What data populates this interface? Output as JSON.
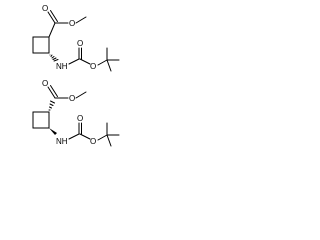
{
  "structures": [
    {
      "atom_labels": {
        "carbonyl_oxygen": "O",
        "ester_oxygen": "O",
        "amine": "NH",
        "carbamate_oxygen": "O",
        "carbamate_carbonyl_oxygen": "O"
      }
    },
    {
      "atom_labels": {
        "carbonyl_oxygen": "O",
        "ester_oxygen": "O",
        "amine": "NH",
        "carbamate_oxygen": "O",
        "carbamate_carbonyl_oxygen": "O"
      }
    }
  ],
  "colors": {
    "bond": "#000000",
    "label": "#000000",
    "background": "#ffffff"
  }
}
